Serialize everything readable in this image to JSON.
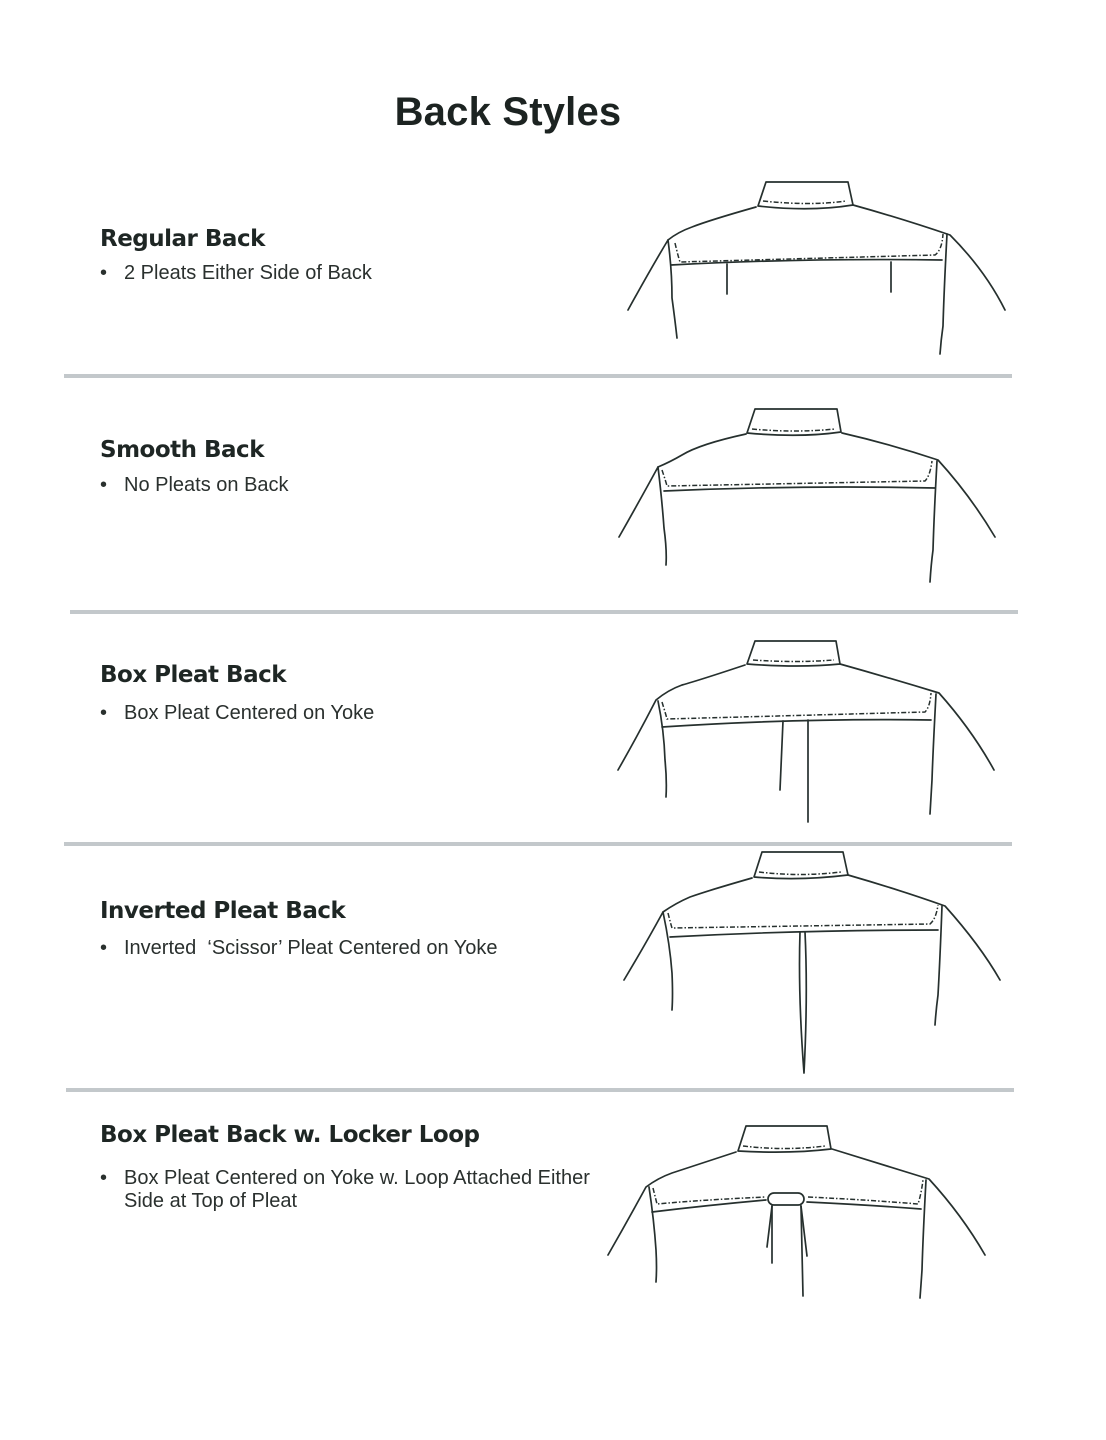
{
  "page": {
    "title": "Back Styles"
  },
  "styles": [
    {
      "name": "Regular Back",
      "bullet": "•",
      "description": "2 Pleats Either Side of Back",
      "illustration": "shirt-back-regular-icon"
    },
    {
      "name": "Smooth Back",
      "bullet": "•",
      "description": "No Pleats on Back",
      "illustration": "shirt-back-smooth-icon"
    },
    {
      "name": "Box Pleat Back",
      "bullet": "•",
      "description": "Box Pleat Centered on Yoke",
      "illustration": "shirt-back-box-pleat-icon"
    },
    {
      "name": "Inverted Pleat Back",
      "bullet": "•",
      "description": "Inverted  ‘Scissor’ Pleat Centered on Yoke",
      "illustration": "shirt-back-inverted-pleat-icon"
    },
    {
      "name": "Box Pleat Back w. Locker Loop",
      "bullet": "•",
      "description": "Box Pleat Centered on Yoke w. Loop Attached Either Side at Top of Pleat",
      "illustration": "shirt-back-locker-loop-icon"
    }
  ],
  "colors": {
    "text": "#1f2624",
    "line_art": "#26302e",
    "divider": "#c3c8cb",
    "background": "#ffffff"
  }
}
